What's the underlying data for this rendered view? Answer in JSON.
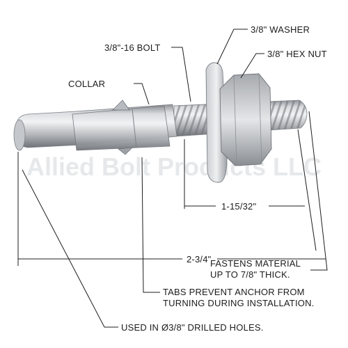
{
  "watermark": "Allied Bolt Products LLC",
  "labels": {
    "washer": "3/8\" WASHER",
    "bolt": "3/8\"-16 BOLT",
    "hex_nut": "3/8\" HEX NUT",
    "collar": "COLLAR",
    "thread_length": "1-15/32\"",
    "overall_length": "2-3/4\"",
    "fastens_line1": "FASTENS MATERIAL",
    "fastens_line2": "UP TO 7/8\" THICK.",
    "tabs_line1": "TABS PREVENT ANCHOR FROM",
    "tabs_line2": "TURNING DURING INSTALLATION.",
    "holes": "USED IN Ø3/8\" DRILLED HOLES."
  },
  "colors": {
    "metal_light": "#e9eaec",
    "metal_mid": "#b8bbbf",
    "metal_dark": "#7d8186",
    "line": "#1c1c1c"
  }
}
